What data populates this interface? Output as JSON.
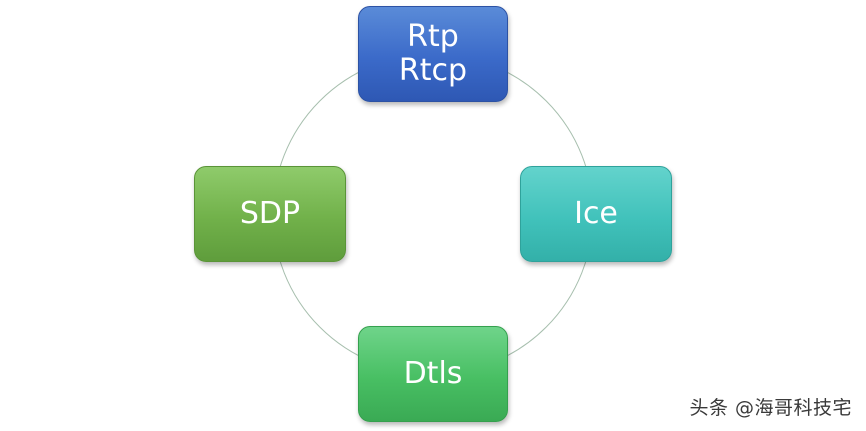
{
  "diagram": {
    "connector_color": "#a7bfae",
    "nodes": [
      {
        "id": "top",
        "lines": [
          "Rtp",
          "Rtcp"
        ],
        "color": "#3b6ac9"
      },
      {
        "id": "right",
        "lines": [
          "Ice"
        ],
        "color": "#41c2bb"
      },
      {
        "id": "bottom",
        "lines": [
          "Dtls"
        ],
        "color": "#48bf63"
      },
      {
        "id": "left",
        "lines": [
          "SDP"
        ],
        "color": "#71b14a"
      }
    ]
  },
  "watermark": {
    "text": "头条 @海哥科技宅"
  }
}
